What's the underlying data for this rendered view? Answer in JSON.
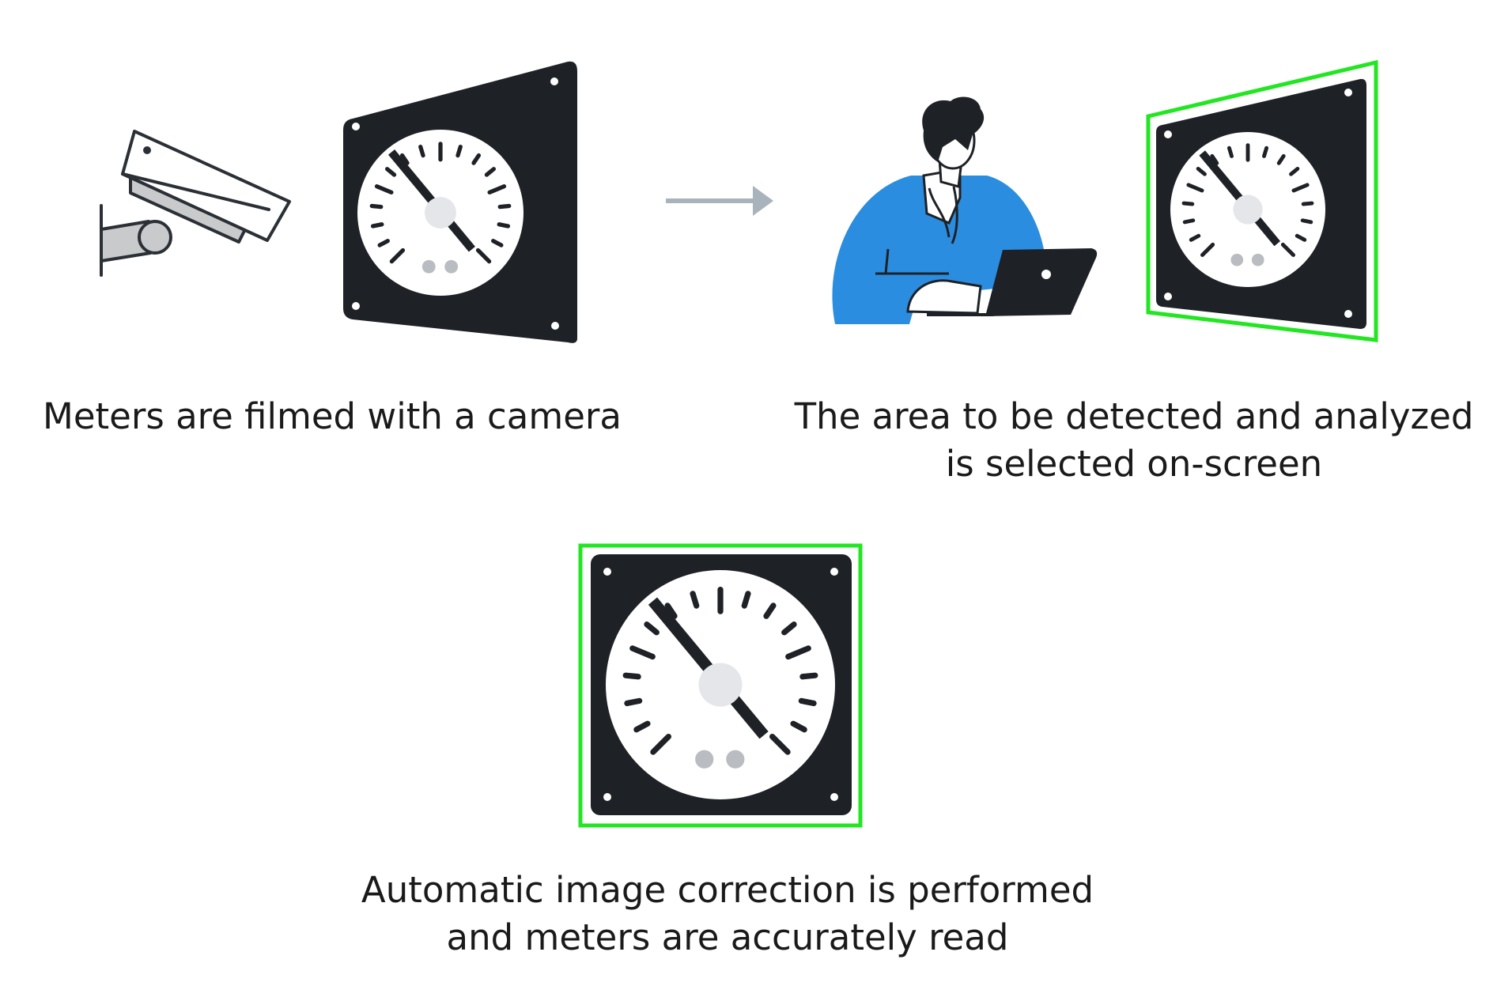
{
  "diagram": {
    "steps": [
      {
        "id": "capture",
        "caption_lines": [
          "Meters are filmed with a camera"
        ]
      },
      {
        "id": "select",
        "caption_lines": [
          "The area to be detected and analyzed",
          "is selected on-screen"
        ]
      },
      {
        "id": "read",
        "caption_lines": [
          "Automatic image correction is performed",
          "and meters are accurately read"
        ]
      }
    ],
    "colors": {
      "panel": "#1e2126",
      "dial_face": "#ffffff",
      "hub": "#e4e6e9",
      "dots": "#b9bdc2",
      "highlight": "#22e622",
      "arrow": "#a9b3bb",
      "shirt": "#2b8de0",
      "camera_stroke": "#2b3036",
      "camera_fill": "#c9cacc"
    },
    "icons": [
      "security-camera-icon",
      "analog-meter-icon",
      "arrow-right-icon",
      "operator-with-laptop-icon"
    ]
  }
}
